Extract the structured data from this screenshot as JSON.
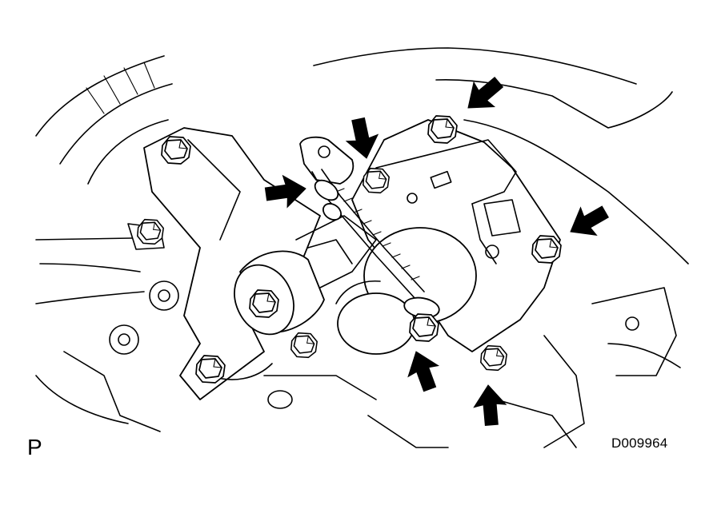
{
  "figure": {
    "view_label": "P",
    "figure_id": "D009964",
    "line_color": "#000000",
    "background_color": "#ffffff",
    "arrow_count": 6,
    "bolt_icon": "hex-bolt-icon",
    "arrow_icon": "pointer-arrow-icon"
  }
}
